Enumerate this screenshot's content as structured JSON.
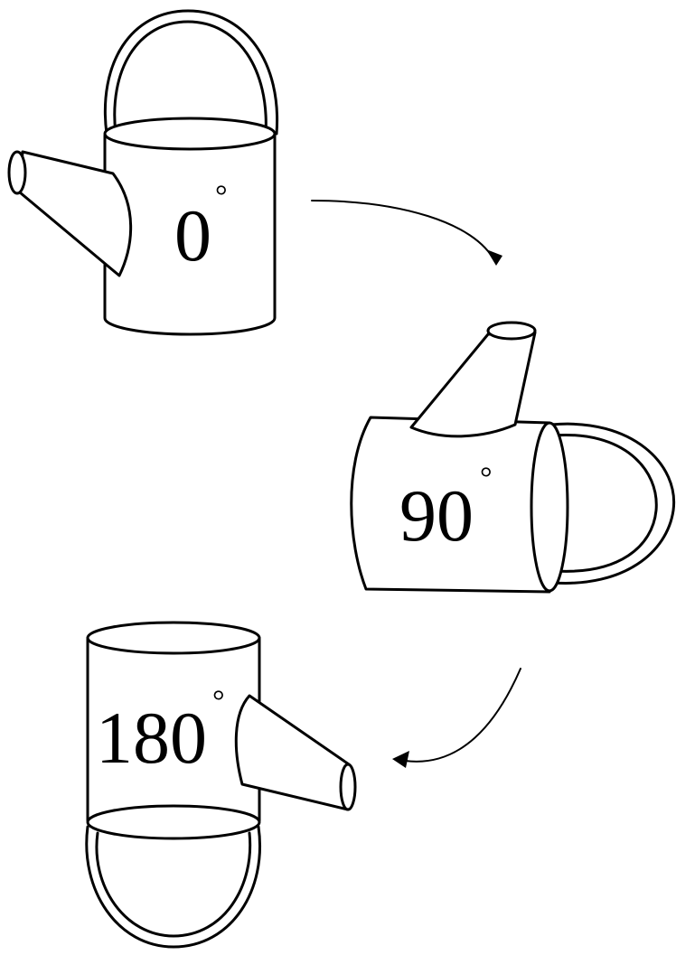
{
  "diagram": {
    "labels": {
      "angle_0": "0",
      "angle_90": "90",
      "angle_180": "180"
    },
    "degree_symbol": "°"
  }
}
